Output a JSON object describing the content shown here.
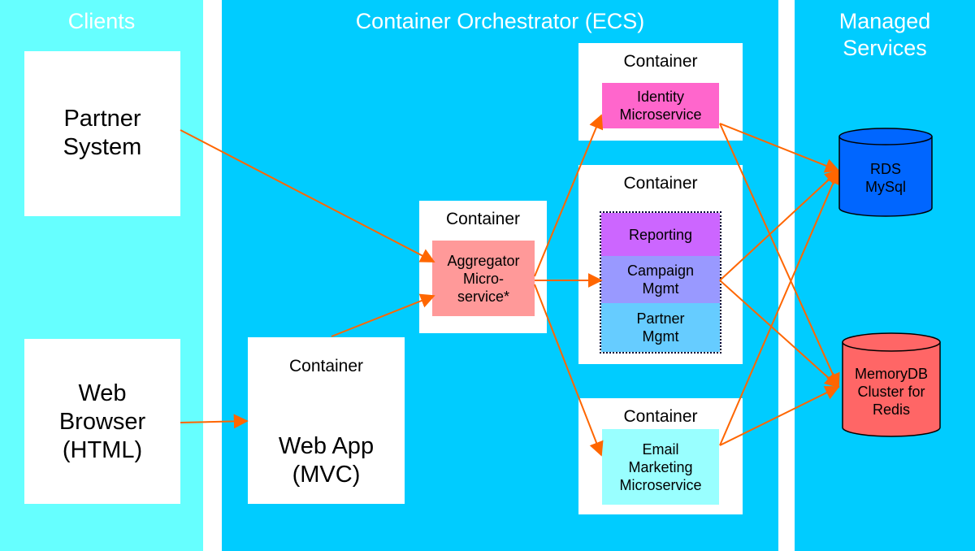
{
  "colors": {
    "clients_lane": "#66FFFF",
    "orchestrator_lane": "#00CCFF",
    "services_lane": "#00CCFF",
    "arrow": "#FF6600",
    "identity": "#FF66CC",
    "aggregator": "#FF9999",
    "reporting": "#CC66FF",
    "campaign": "#9999FF",
    "partner_mgmt": "#66CCFF",
    "email": "#99FFFF",
    "rds": "#0066FF",
    "memorydb": "#FF6666"
  },
  "lanes": {
    "clients": "Clients",
    "orchestrator": "Container Orchestrator (ECS)",
    "services": "Managed\nServices"
  },
  "clients": {
    "partner_system": "Partner\nSystem",
    "web_browser": "Web\nBrowser\n(HTML)"
  },
  "containers": {
    "web_app": {
      "title": "Container",
      "label": "Web App\n(MVC)"
    },
    "aggregator": {
      "title": "Container",
      "label": "Aggregator\nMicro-\nservice*"
    },
    "identity": {
      "title": "Container",
      "label": "Identity\nMicroservice"
    },
    "middle": {
      "title": "Container",
      "reporting": "Reporting",
      "campaign": "Campaign\nMgmt",
      "partner": "Partner\nMgmt"
    },
    "email": {
      "title": "Container",
      "label": "Email\nMarketing\nMicroservice"
    }
  },
  "services": {
    "rds": "RDS\nMySql",
    "memorydb": "MemoryDB\nCluster for\nRedis"
  }
}
